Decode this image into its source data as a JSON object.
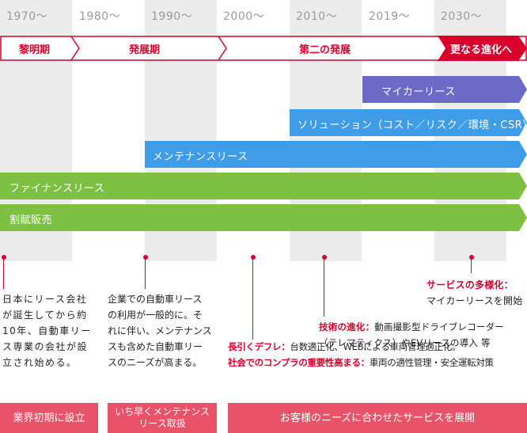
{
  "decades": [
    "1970〜",
    "1980〜",
    "1990〜",
    "2000〜",
    "2010〜",
    "2019〜",
    "2030〜"
  ],
  "eras": {
    "dawn": "黎明期",
    "growth": "発展期",
    "second_growth": "第二の発展",
    "future": "更なる進化へ"
  },
  "bars": {
    "mycar": "マイカーリース",
    "solution": "ソリューション（コスト／リスク／環境・CSR）",
    "maintenance": "メンテナンスリース",
    "finance": "ファイナンスリース",
    "installment": "割賦販売"
  },
  "colors": {
    "purple": "#6b6bc6",
    "blue": "#3f9ce6",
    "green": "#7cc144",
    "red": "#d9002c",
    "pink": "#e8536a"
  },
  "descriptions": {
    "d1970": [
      "日本にリース会社",
      "が誕生してから約",
      "10年、自動車リー",
      "ス専業の会社が設",
      "立され始める。"
    ],
    "d1990": [
      "企業での自動車リース",
      "の利用が一般的に。そ",
      "れに伴い、メンテナンス",
      "スも含めた自動車リー",
      "スのニーズが高まる。"
    ],
    "d2030": {
      "highlight": "サービスの多様化：",
      "text": "マイカーリースを開始"
    },
    "d2010": {
      "highlight": "技術の進化：",
      "text1": "動画撮影型ドライブレコーダー",
      "text2": "（テレマティクス）やEVリースの導入 等"
    },
    "d2000": {
      "highlight1": "長引くデフレ：",
      "text1": "台数適正化、WEBによる車両管理適正化。",
      "highlight2": "社会でのコンプラの重要性高まる：",
      "text2": "車両の適性管理・安全運転対策"
    }
  },
  "bottom": {
    "box1": "業界初期に設立",
    "box2_line1": "いち早くメンテナンス",
    "box2_line2": "リース取扱",
    "box3": "お客様のニーズに合わせたサービスを展開"
  }
}
